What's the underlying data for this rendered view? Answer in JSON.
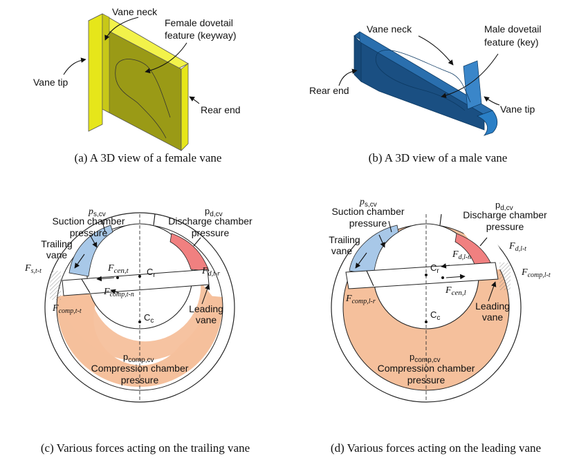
{
  "panel_a": {
    "vane_neck": "Vane neck",
    "female_line1": "Female dovetail",
    "female_line2": "feature (keyway)",
    "vane_tip": "Vane tip",
    "rear_end": "Rear end",
    "caption": "(a)  A 3D view of a female vane"
  },
  "panel_b": {
    "vane_neck": "Vane neck",
    "male_line1": "Male dovetail",
    "male_line2": "feature (key)",
    "rear_end": "Rear end",
    "vane_tip": "Vane tip",
    "caption": "(b)  A 3D view of a male vane"
  },
  "panel_c": {
    "ps": "p",
    "ps_sub": "s,cv",
    "suction_1": "Suction chamber",
    "suction_2": "pressure",
    "pd": "p",
    "pd_sub": "d,cv",
    "discharge_1": "Discharge chamber",
    "discharge_2": "pressure",
    "trailing_1": "Trailing",
    "trailing_2": "vane",
    "f_cen": "F",
    "f_cen_sub": "cen,t",
    "cr": "C",
    "cr_sub": "r",
    "f_s": "F",
    "f_s_sub": "s,t-t",
    "f_d": "F",
    "f_d_sub": "d,t-r",
    "f_comp_n": "F",
    "f_comp_n_sub": "comp,t-n",
    "f_comp_t": "F",
    "f_comp_t_sub": "comp,t-t",
    "cc": "C",
    "cc_sub": "c",
    "leading_1": "Leading",
    "leading_2": "vane",
    "pcomp": "p",
    "pcomp_sub": "comp,cv",
    "comp_1": "Compression chamber",
    "comp_2": "pressure",
    "caption": "(c)  Various forces acting on the trailing vane"
  },
  "panel_d": {
    "ps": "p",
    "ps_sub": "s,cv",
    "suction_1": "Suction chamber",
    "suction_2": "pressure",
    "pd": "p",
    "pd_sub": "d,cv",
    "discharge_1": "Discharge chamber",
    "discharge_2": "pressure",
    "trailing_1": "Trailing",
    "trailing_2": "vane",
    "f_dln": "F",
    "f_dln_sub": "d,l-n",
    "f_dlt": "F",
    "f_dlt_sub": "d,l-t",
    "cr": "C",
    "cr_sub": "r",
    "f_complt": "F",
    "f_complt_sub": "comp,l-t",
    "f_cen": "F",
    "f_cen_sub": "cen,l",
    "f_complr": "F",
    "f_complr_sub": "comp,l-r",
    "leading_1": "Leading",
    "leading_2": "vane",
    "cc": "C",
    "cc_sub": "c",
    "pcomp": "p",
    "pcomp_sub": "comp,cv",
    "comp_1": "Compression chamber",
    "comp_2": "pressure",
    "caption": "(d)  Various forces acting on the leading vane"
  },
  "colors": {
    "female_vane": "#e6e61a",
    "female_face": "#9a9a16",
    "male_vane": "#1f5e97",
    "suction": "#a8c8e8",
    "discharge": "#f08080",
    "compression": "#f5c09c"
  }
}
